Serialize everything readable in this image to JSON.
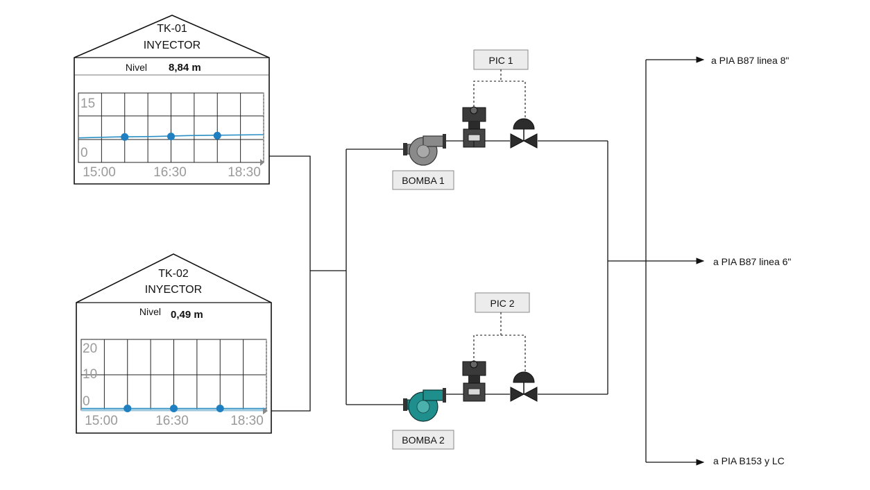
{
  "tanks": [
    {
      "id": "TK-01",
      "service": "INYECTOR",
      "level_label": "Nivel",
      "level_value": "8,84 m",
      "chart": {
        "type": "line",
        "y_ticks": [
          "15",
          "0"
        ],
        "ylim": [
          0,
          15
        ],
        "x_ticks": [
          "15:00",
          "16:30",
          "18:30"
        ],
        "series_values": [
          5.3,
          5.5,
          5.6,
          5.8,
          5.9,
          6.0
        ],
        "marker_values": [
          5.5,
          5.6,
          5.8
        ]
      }
    },
    {
      "id": "TK-02",
      "service": "INYECTOR",
      "level_label": "Nivel",
      "level_value": "0,49 m",
      "chart": {
        "type": "line",
        "y_ticks": [
          "20",
          "10",
          "0"
        ],
        "ylim": [
          0,
          20
        ],
        "x_ticks": [
          "15:00",
          "16:30",
          "18:30"
        ],
        "series_values": [
          0.5,
          0.5,
          0.5,
          0.5,
          0.5,
          0.5
        ],
        "marker_values": [
          0.5,
          0.5,
          0.5
        ]
      }
    }
  ],
  "pumps": [
    {
      "label": "BOMBA 1",
      "status_color": "#8a8a8a"
    },
    {
      "label": "BOMBA 2",
      "status_color": "#1e8f8c"
    }
  ],
  "controllers": [
    {
      "label": "PIC 1"
    },
    {
      "label": "PIC 2"
    }
  ],
  "destinations": [
    {
      "label": "a PIA B87 linea 8\""
    },
    {
      "label": "a PIA B87 linea 6\""
    },
    {
      "label": "a PIA B153 y LC"
    }
  ]
}
